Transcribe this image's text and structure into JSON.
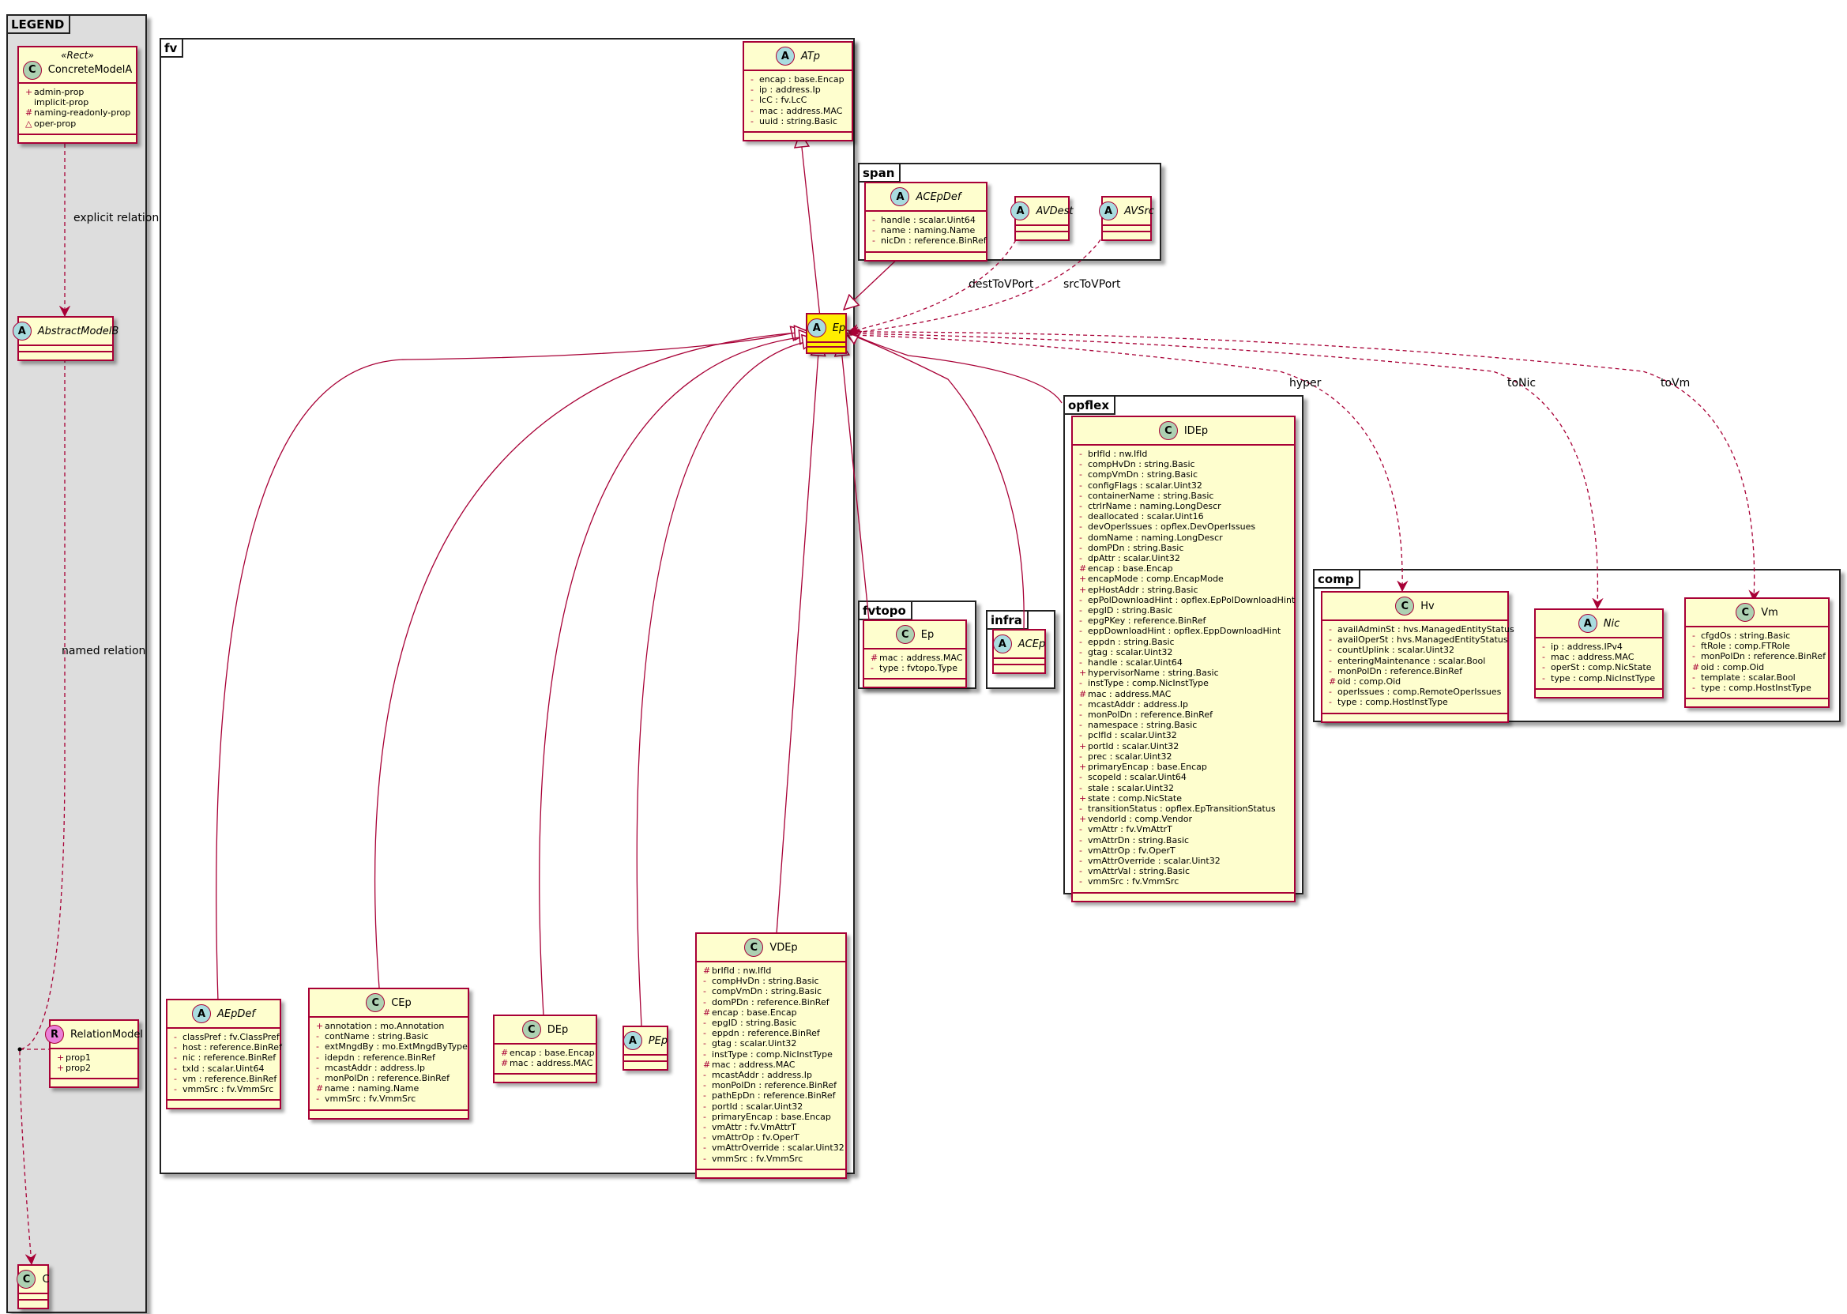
{
  "packages": {
    "legend": "LEGEND",
    "fv": "fv",
    "span": "span",
    "opflex": "opflex",
    "fvtopo": "fvtopo",
    "infra": "infra",
    "comp": "comp"
  },
  "colors": {
    "border": "#a80036",
    "class_fill": "#fefece",
    "highlight_fill": "#ffee00",
    "legend_fill": "#dddddd",
    "abstract_badge": "#a9dcdf",
    "concrete_badge": "#add1b2",
    "relation_badge": "#ea80d8"
  },
  "classes": {
    "concreteModelA": {
      "kind": "C",
      "stereotype": "«Rect»",
      "name": "ConcreteModelA",
      "attrs": [
        {
          "v": "+",
          "t": "admin-prop"
        },
        {
          "v": "",
          "t": "implicit-prop"
        },
        {
          "v": "#",
          "t": "naming-readonly-prop"
        },
        {
          "v": "△",
          "t": "oper-prop"
        }
      ]
    },
    "abstractModelB": {
      "kind": "A",
      "name": "AbstractModelB",
      "attrs": []
    },
    "relationModel": {
      "kind": "R",
      "name": "RelationModel",
      "attrs": [
        {
          "v": "+",
          "t": "prop1"
        },
        {
          "v": "+",
          "t": "prop2"
        }
      ]
    },
    "legendC": {
      "kind": "C",
      "name": "C",
      "attrs": []
    },
    "ATp": {
      "kind": "A",
      "name": "ATp",
      "attrs": [
        {
          "v": "-",
          "t": "encap : base.Encap"
        },
        {
          "v": "-",
          "t": "ip : address.Ip"
        },
        {
          "v": "-",
          "t": "lcC : fv.LcC"
        },
        {
          "v": "-",
          "t": "mac : address.MAC"
        },
        {
          "v": "-",
          "t": "uuid : string.Basic"
        }
      ]
    },
    "Ep": {
      "kind": "A",
      "name": "Ep",
      "attrs": []
    },
    "ACEpDef": {
      "kind": "A",
      "name": "ACEpDef",
      "attrs": [
        {
          "v": "-",
          "t": "handle : scalar.Uint64"
        },
        {
          "v": "-",
          "t": "name : naming.Name"
        },
        {
          "v": "-",
          "t": "nicDn : reference.BinRef"
        }
      ]
    },
    "AVDest": {
      "kind": "A",
      "name": "AVDest",
      "attrs": []
    },
    "AVSrc": {
      "kind": "A",
      "name": "AVSrc",
      "attrs": []
    },
    "AEpDef": {
      "kind": "A",
      "name": "AEpDef",
      "attrs": [
        {
          "v": "-",
          "t": "classPref : fv.ClassPref"
        },
        {
          "v": "-",
          "t": "host : reference.BinRef"
        },
        {
          "v": "-",
          "t": "nic : reference.BinRef"
        },
        {
          "v": "-",
          "t": "txId : scalar.Uint64"
        },
        {
          "v": "-",
          "t": "vm : reference.BinRef"
        },
        {
          "v": "-",
          "t": "vmmSrc : fv.VmmSrc"
        }
      ]
    },
    "CEp": {
      "kind": "C",
      "name": "CEp",
      "attrs": [
        {
          "v": "+",
          "t": "annotation : mo.Annotation"
        },
        {
          "v": "-",
          "t": "contName : string.Basic"
        },
        {
          "v": "-",
          "t": "extMngdBy : mo.ExtMngdByType"
        },
        {
          "v": "-",
          "t": "idepdn : reference.BinRef"
        },
        {
          "v": "-",
          "t": "mcastAddr : address.Ip"
        },
        {
          "v": "-",
          "t": "monPolDn : reference.BinRef"
        },
        {
          "v": "#",
          "t": "name : naming.Name"
        },
        {
          "v": "-",
          "t": "vmmSrc : fv.VmmSrc"
        }
      ]
    },
    "DEp": {
      "kind": "C",
      "name": "DEp",
      "attrs": [
        {
          "v": "#",
          "t": "encap : base.Encap"
        },
        {
          "v": "#",
          "t": "mac : address.MAC"
        }
      ]
    },
    "PEp": {
      "kind": "A",
      "name": "PEp",
      "attrs": []
    },
    "VDEp": {
      "kind": "C",
      "name": "VDEp",
      "attrs": [
        {
          "v": "#",
          "t": "brIfId : nw.IfId"
        },
        {
          "v": "-",
          "t": "compHvDn : string.Basic"
        },
        {
          "v": "-",
          "t": "compVmDn : string.Basic"
        },
        {
          "v": "-",
          "t": "domPDn : reference.BinRef"
        },
        {
          "v": "#",
          "t": "encap : base.Encap"
        },
        {
          "v": "-",
          "t": "epgID : string.Basic"
        },
        {
          "v": "-",
          "t": "eppdn : reference.BinRef"
        },
        {
          "v": "-",
          "t": "gtag : scalar.Uint32"
        },
        {
          "v": "-",
          "t": "instType : comp.NicInstType"
        },
        {
          "v": "#",
          "t": "mac : address.MAC"
        },
        {
          "v": "-",
          "t": "mcastAddr : address.Ip"
        },
        {
          "v": "-",
          "t": "monPolDn : reference.BinRef"
        },
        {
          "v": "-",
          "t": "pathEpDn : reference.BinRef"
        },
        {
          "v": "-",
          "t": "portId : scalar.Uint32"
        },
        {
          "v": "-",
          "t": "primaryEncap : base.Encap"
        },
        {
          "v": "-",
          "t": "vmAttr : fv.VmAttrT"
        },
        {
          "v": "-",
          "t": "vmAttrOp : fv.OperT"
        },
        {
          "v": "-",
          "t": "vmAttrOverride : scalar.Uint32"
        },
        {
          "v": "-",
          "t": "vmmSrc : fv.VmmSrc"
        }
      ]
    },
    "fvtopoEp": {
      "kind": "C",
      "name": "Ep",
      "attrs": [
        {
          "v": "#",
          "t": "mac : address.MAC"
        },
        {
          "v": "-",
          "t": "type : fvtopo.Type"
        }
      ]
    },
    "ACEp": {
      "kind": "A",
      "name": "ACEp",
      "attrs": []
    },
    "IDEp": {
      "kind": "C",
      "name": "IDEp",
      "attrs": [
        {
          "v": "-",
          "t": "brIfId : nw.IfId"
        },
        {
          "v": "-",
          "t": "compHvDn : string.Basic"
        },
        {
          "v": "-",
          "t": "compVmDn : string.Basic"
        },
        {
          "v": "-",
          "t": "configFlags : scalar.Uint32"
        },
        {
          "v": "-",
          "t": "containerName : string.Basic"
        },
        {
          "v": "-",
          "t": "ctrlrName : naming.LongDescr"
        },
        {
          "v": "-",
          "t": "deallocated : scalar.Uint16"
        },
        {
          "v": "-",
          "t": "devOperIssues : opflex.DevOperIssues"
        },
        {
          "v": "-",
          "t": "domName : naming.LongDescr"
        },
        {
          "v": "-",
          "t": "domPDn : string.Basic"
        },
        {
          "v": "-",
          "t": "dpAttr : scalar.Uint32"
        },
        {
          "v": "#",
          "t": "encap : base.Encap"
        },
        {
          "v": "+",
          "t": "encapMode : comp.EncapMode"
        },
        {
          "v": "+",
          "t": "epHostAddr : string.Basic"
        },
        {
          "v": "-",
          "t": "epPolDownloadHint : opflex.EpPolDownloadHint"
        },
        {
          "v": "-",
          "t": "epgID : string.Basic"
        },
        {
          "v": "-",
          "t": "epgPKey : reference.BinRef"
        },
        {
          "v": "-",
          "t": "eppDownloadHint : opflex.EppDownloadHint"
        },
        {
          "v": "-",
          "t": "eppdn : string.Basic"
        },
        {
          "v": "-",
          "t": "gtag : scalar.Uint32"
        },
        {
          "v": "-",
          "t": "handle : scalar.Uint64"
        },
        {
          "v": "+",
          "t": "hypervisorName : string.Basic"
        },
        {
          "v": "-",
          "t": "instType : comp.NicInstType"
        },
        {
          "v": "#",
          "t": "mac : address.MAC"
        },
        {
          "v": "-",
          "t": "mcastAddr : address.Ip"
        },
        {
          "v": "-",
          "t": "monPolDn : reference.BinRef"
        },
        {
          "v": "-",
          "t": "namespace : string.Basic"
        },
        {
          "v": "-",
          "t": "pcIfId : scalar.Uint32"
        },
        {
          "v": "+",
          "t": "portId : scalar.Uint32"
        },
        {
          "v": "-",
          "t": "prec : scalar.Uint32"
        },
        {
          "v": "+",
          "t": "primaryEncap : base.Encap"
        },
        {
          "v": "-",
          "t": "scopeId : scalar.Uint64"
        },
        {
          "v": "-",
          "t": "stale : scalar.Uint32"
        },
        {
          "v": "+",
          "t": "state : comp.NicState"
        },
        {
          "v": "-",
          "t": "transitionStatus : opflex.EpTransitionStatus"
        },
        {
          "v": "+",
          "t": "vendorId : comp.Vendor"
        },
        {
          "v": "-",
          "t": "vmAttr : fv.VmAttrT"
        },
        {
          "v": "-",
          "t": "vmAttrDn : string.Basic"
        },
        {
          "v": "-",
          "t": "vmAttrOp : fv.OperT"
        },
        {
          "v": "-",
          "t": "vmAttrOverride : scalar.Uint32"
        },
        {
          "v": "-",
          "t": "vmAttrVal : string.Basic"
        },
        {
          "v": "-",
          "t": "vmmSrc : fv.VmmSrc"
        }
      ]
    },
    "Hv": {
      "kind": "C",
      "name": "Hv",
      "attrs": [
        {
          "v": "-",
          "t": "availAdminSt : hvs.ManagedEntityStatus"
        },
        {
          "v": "-",
          "t": "availOperSt : hvs.ManagedEntityStatus"
        },
        {
          "v": "-",
          "t": "countUplink : scalar.Uint32"
        },
        {
          "v": "-",
          "t": "enteringMaintenance : scalar.Bool"
        },
        {
          "v": "-",
          "t": "monPolDn : reference.BinRef"
        },
        {
          "v": "#",
          "t": "oid : comp.Oid"
        },
        {
          "v": "-",
          "t": "operIssues : comp.RemoteOperIssues"
        },
        {
          "v": "-",
          "t": "type : comp.HostInstType"
        }
      ]
    },
    "Nic": {
      "kind": "A",
      "name": "Nic",
      "attrs": [
        {
          "v": "-",
          "t": "ip : address.IPv4"
        },
        {
          "v": "-",
          "t": "mac : address.MAC"
        },
        {
          "v": "-",
          "t": "operSt : comp.NicState"
        },
        {
          "v": "-",
          "t": "type : comp.NicInstType"
        }
      ]
    },
    "Vm": {
      "kind": "C",
      "name": "Vm",
      "attrs": [
        {
          "v": "-",
          "t": "cfgdOs : string.Basic"
        },
        {
          "v": "-",
          "t": "ftRole : comp.FTRole"
        },
        {
          "v": "-",
          "t": "monPolDn : reference.BinRef"
        },
        {
          "v": "#",
          "t": "oid : comp.Oid"
        },
        {
          "v": "-",
          "t": "template : scalar.Bool"
        },
        {
          "v": "-",
          "t": "type : comp.HostInstType"
        }
      ]
    }
  },
  "edge_labels": {
    "explicit": "explicit relation",
    "named": "named relation",
    "destToVPort": "destToVPort",
    "srcToVPort": "srcToVPort",
    "hyper": "hyper",
    "toNic": "toNic",
    "toVm": "toVm"
  }
}
